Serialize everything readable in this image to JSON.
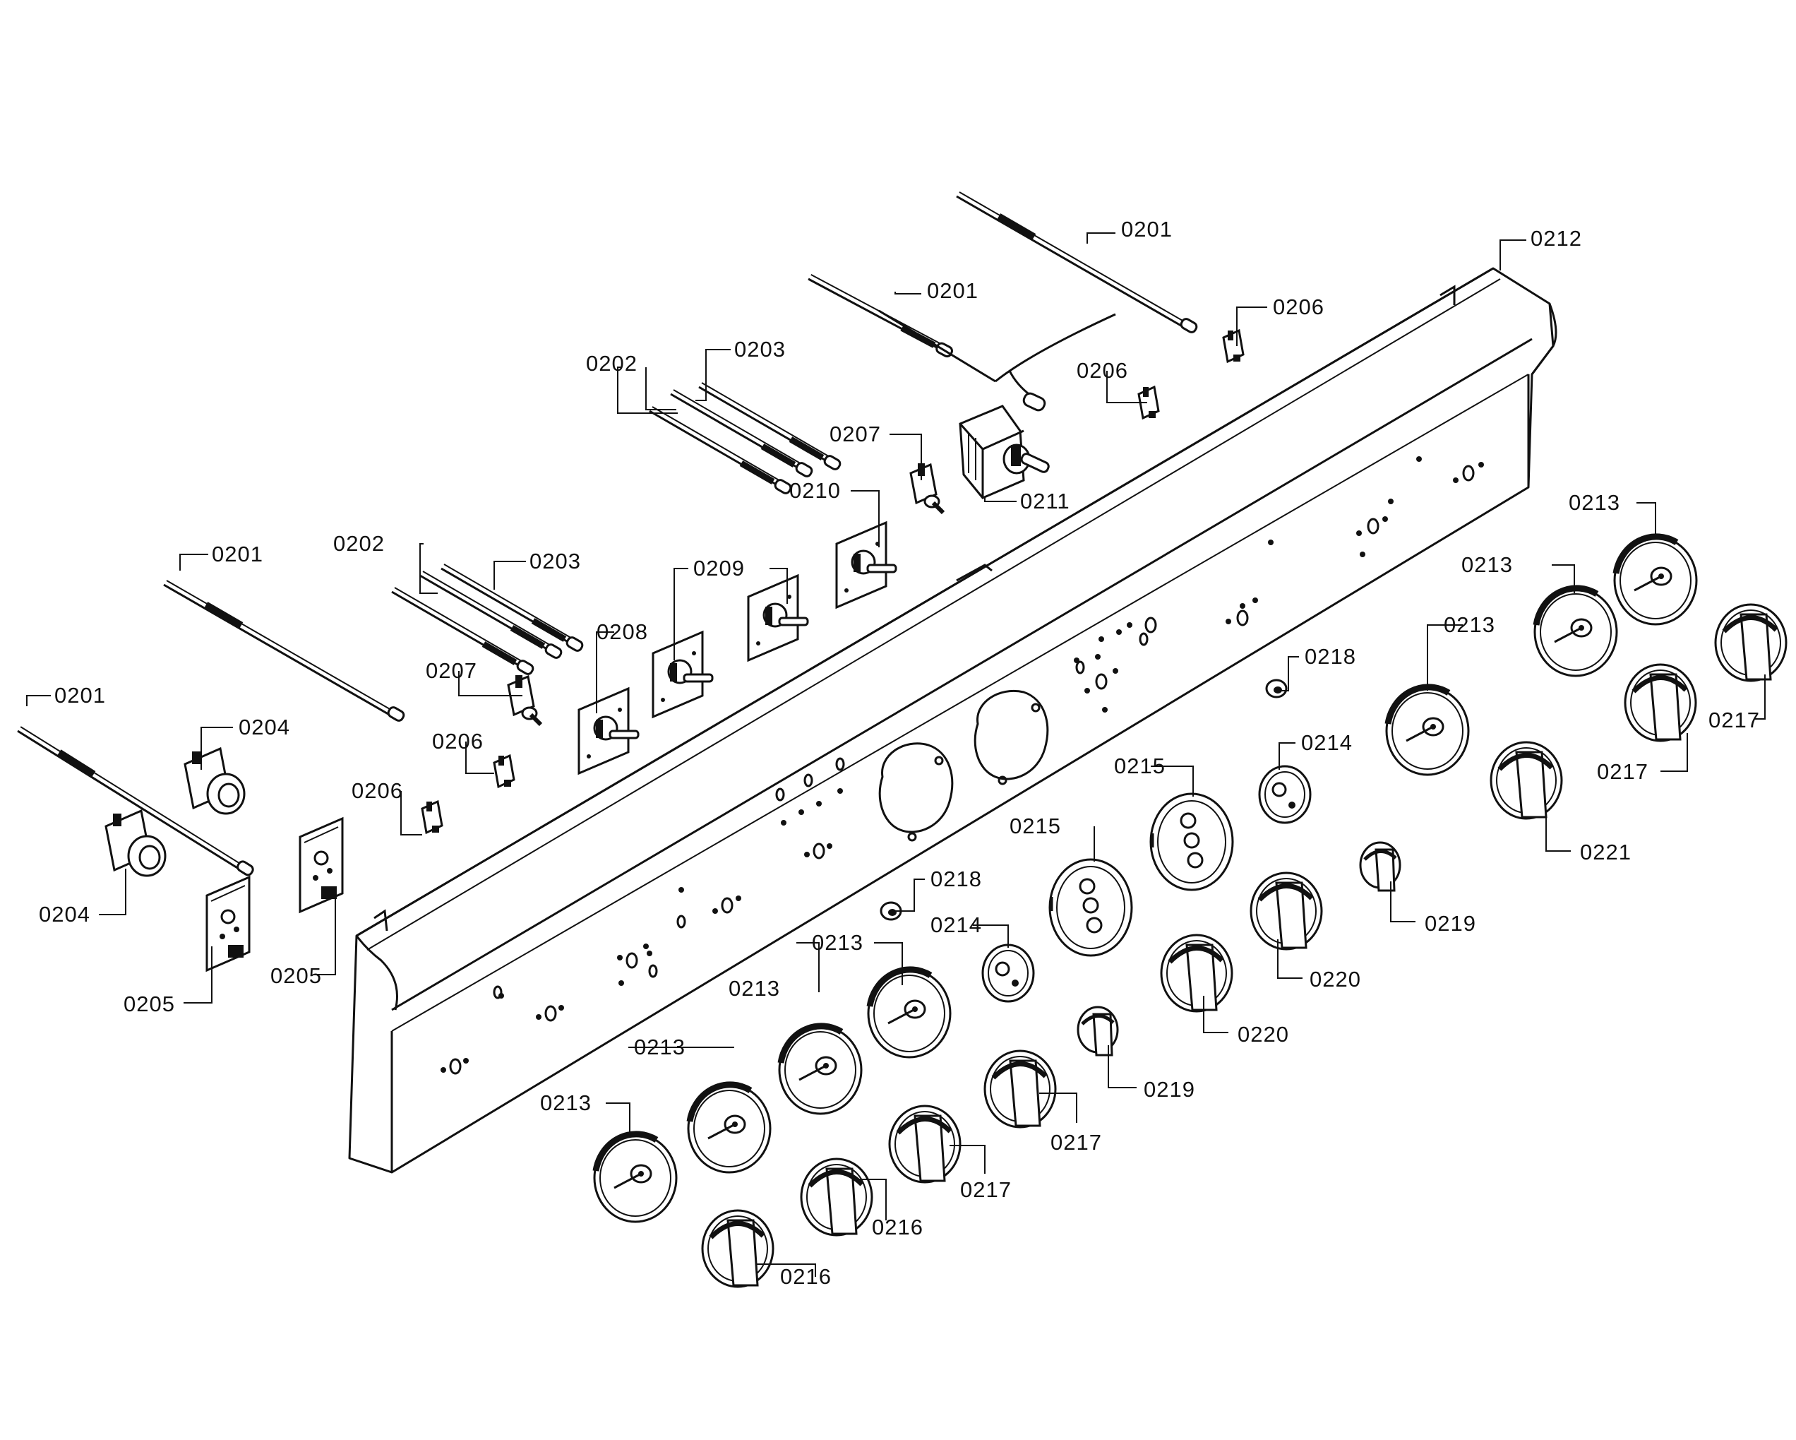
{
  "parts": {
    "p0201": "0201",
    "p0202": "0202",
    "p0203": "0203",
    "p0204": "0204",
    "p0205": "0205",
    "p0206": "0206",
    "p0207": "0207",
    "p0208": "0208",
    "p0209": "0209",
    "p0210": "0210",
    "p0211": "0211",
    "p0212": "0212",
    "p0213": "0213",
    "p0214": "0214",
    "p0215": "0215",
    "p0216": "0216",
    "p0217": "0217",
    "p0218": "0218",
    "p0219": "0219",
    "p0220": "0220",
    "p0221": "0221"
  }
}
